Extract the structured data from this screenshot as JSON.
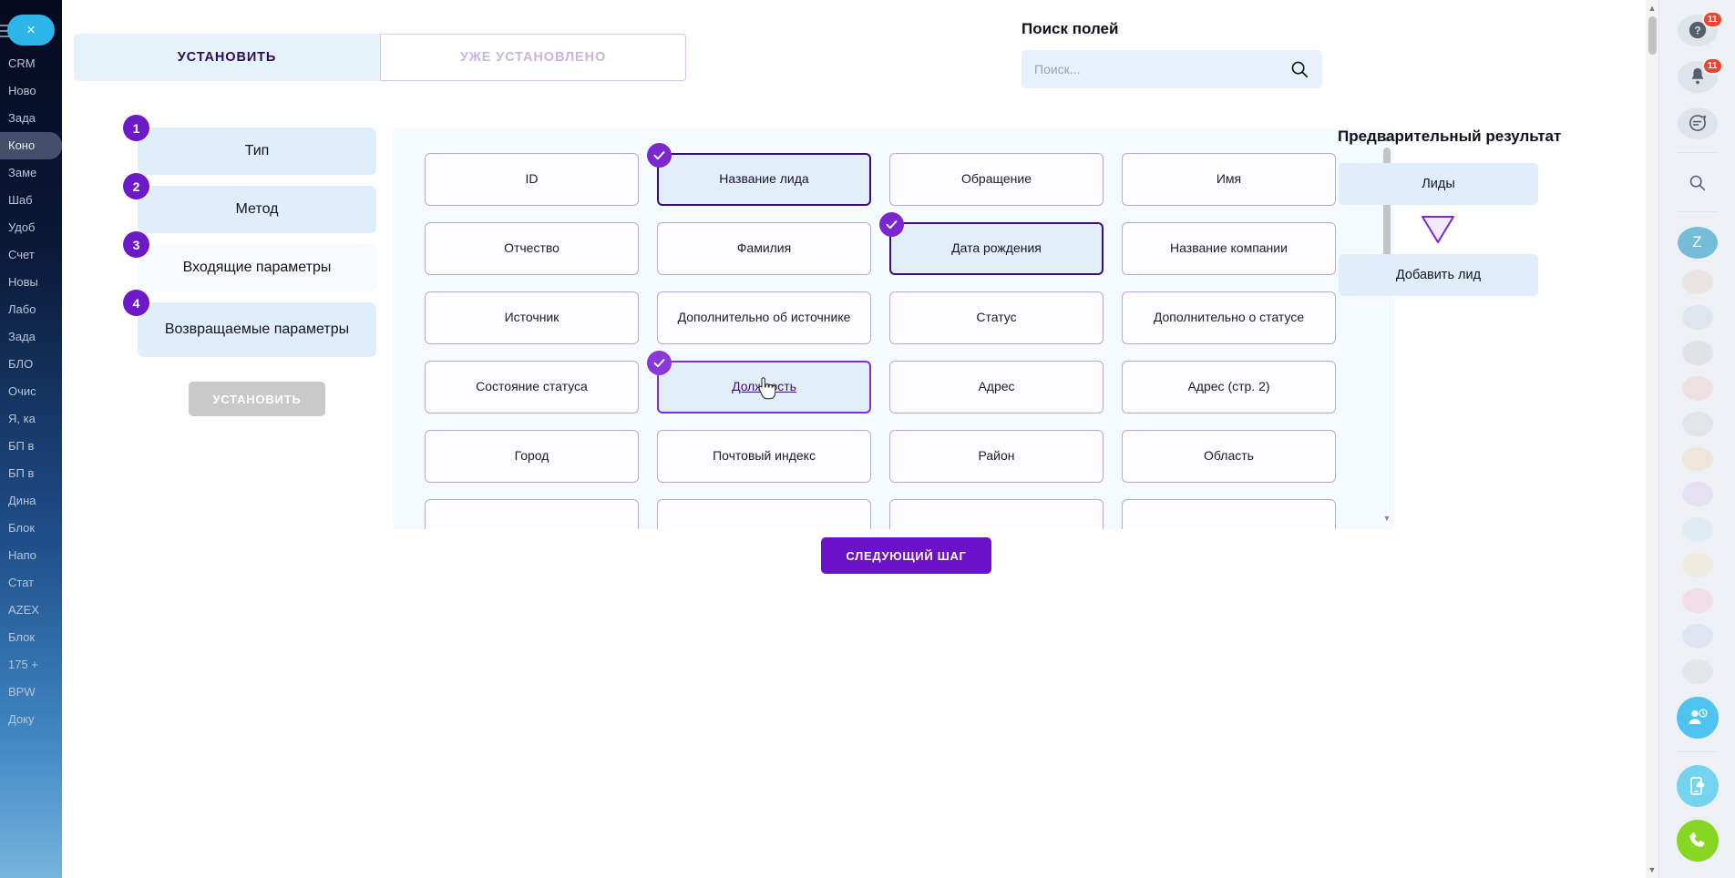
{
  "left_rail": {
    "close_label": "×",
    "items": [
      "CRM",
      "Ново",
      "Зада",
      "Коно",
      "Заме",
      "Шаб",
      "Удоб",
      "Счет",
      "Новы",
      "Лабо",
      "Зада",
      "БЛО",
      "Очис",
      "Я, ка",
      "БП в",
      "БП в",
      "Дина",
      "Блок",
      "Напо",
      "Стат",
      "AZEX",
      "Блок",
      "175 +",
      "BPW",
      "Доку"
    ],
    "active_index": 3
  },
  "tabs": {
    "install": "УСТАНОВИТЬ",
    "installed": "УЖЕ УСТАНОВЛЕНО",
    "active": "install"
  },
  "search": {
    "title": "Поиск полей",
    "placeholder": "Поиск...",
    "value": "",
    "icon": "search-icon"
  },
  "steps": {
    "items": [
      {
        "number": "1",
        "label": "Тип",
        "active": false
      },
      {
        "number": "2",
        "label": "Метод",
        "active": false
      },
      {
        "number": "3",
        "label": "Входящие параметры",
        "active": true
      },
      {
        "number": "4",
        "label": "Возвращаемые параметры",
        "active": false
      }
    ],
    "install_button": "УСТАНОВИТЬ"
  },
  "fields": [
    {
      "label": "ID",
      "state": "default"
    },
    {
      "label": "Название лида",
      "state": "selected"
    },
    {
      "label": "Обращение",
      "state": "default"
    },
    {
      "label": "Имя",
      "state": "default"
    },
    {
      "label": "Отчество",
      "state": "default"
    },
    {
      "label": "Фамилия",
      "state": "default"
    },
    {
      "label": "Дата рождения",
      "state": "selected"
    },
    {
      "label": "Название компании",
      "state": "default"
    },
    {
      "label": "Источник",
      "state": "default"
    },
    {
      "label": "Дополнительно об источнике",
      "state": "default"
    },
    {
      "label": "Статус",
      "state": "default"
    },
    {
      "label": "Дополнительно о статусе",
      "state": "default"
    },
    {
      "label": "Состояние статуса",
      "state": "default"
    },
    {
      "label": "Должность",
      "state": "hovered"
    },
    {
      "label": "Адрес",
      "state": "default"
    },
    {
      "label": "Адрес (стр. 2)",
      "state": "default"
    },
    {
      "label": "Город",
      "state": "default"
    },
    {
      "label": "Почтовый индекс",
      "state": "default"
    },
    {
      "label": "Район",
      "state": "default"
    },
    {
      "label": "Область",
      "state": "default"
    },
    {
      "label": "",
      "state": "default"
    },
    {
      "label": "",
      "state": "default"
    },
    {
      "label": "",
      "state": "default"
    },
    {
      "label": "",
      "state": "default"
    }
  ],
  "next_step_button": "СЛЕДУЮЩИЙ ШАГ",
  "preview": {
    "title": "Предварительный результат",
    "source": "Лиды",
    "arrow_icon": "chevron-down-icon",
    "action": "Добавить лид"
  },
  "right_rail": {
    "help": {
      "icon": "help-icon",
      "badge": "11"
    },
    "notifications": {
      "icon": "bell-icon",
      "badge": "11"
    },
    "chat": {
      "icon": "chat-icon"
    },
    "search": {
      "icon": "search-icon"
    },
    "avatar": "Z",
    "bottom": [
      {
        "icon": "user-clock-icon",
        "color": "#4fc3ef"
      },
      {
        "icon": "mobile-cloud-icon",
        "color": "#74d4ef"
      },
      {
        "icon": "phone-icon",
        "color": "#86d622"
      }
    ]
  },
  "colors": {
    "accent_purple": "#6b11c9",
    "badge_purple": "#8a38d9",
    "selected_border": "#3a0f73",
    "card_blue": "#e0eefb",
    "panel_blue": "#f5faff",
    "badge_red": "#f04430"
  }
}
